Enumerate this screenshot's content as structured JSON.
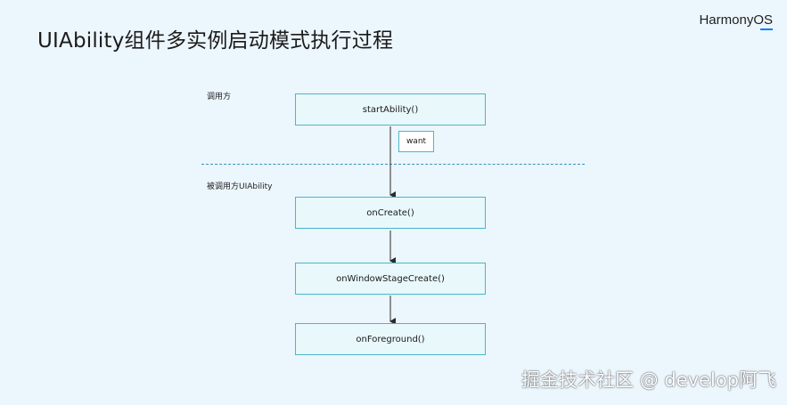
{
  "title": "UIAbility组件多实例启动模式执行过程",
  "brand": "HarmonyOS",
  "lanes": {
    "caller": "调用方",
    "callee": "被调用方UIAbility"
  },
  "steps": [
    {
      "label": "startAbility()"
    },
    {
      "label": "onCreate()"
    },
    {
      "label": "onWindowStageCreate()"
    },
    {
      "label": "onForeground()"
    }
  ],
  "parameter": "want",
  "watermark": "掘金技术社区 @ develop阿飞",
  "colors": {
    "background": "#ecf6fd",
    "box_fill": "#e8f8fb",
    "box_border": "#4ab6c8",
    "divider": "#3a92b8",
    "arrow": "#2b2b2b",
    "brand_accent": "#007dff"
  }
}
